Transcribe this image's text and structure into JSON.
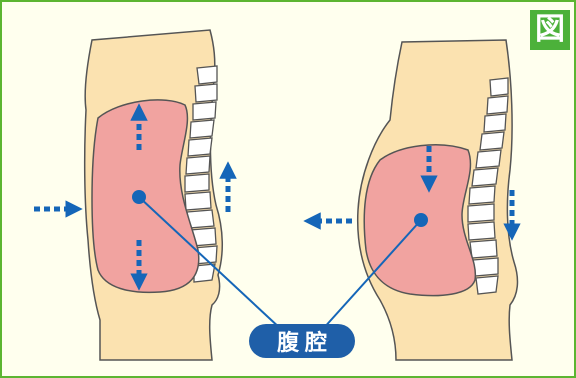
{
  "badge": {
    "label": "図"
  },
  "callout": {
    "label": "腹腔"
  },
  "colors": {
    "frame_border": "#5cb531",
    "background": "#ffffee",
    "body_skin": "#fbe2b0",
    "body_outline": "#555555",
    "cavity_fill": "#f1a3a0",
    "arrow_blue": "#1566b8",
    "callout_fill": "#1f5fa8",
    "badge_fill": "#4cb13a"
  },
  "figures": [
    {
      "name": "left-torso",
      "arrows": [
        "up",
        "down",
        "in-right",
        "up-back"
      ]
    },
    {
      "name": "right-torso",
      "arrows": [
        "down",
        "out-left",
        "down-back"
      ]
    }
  ]
}
